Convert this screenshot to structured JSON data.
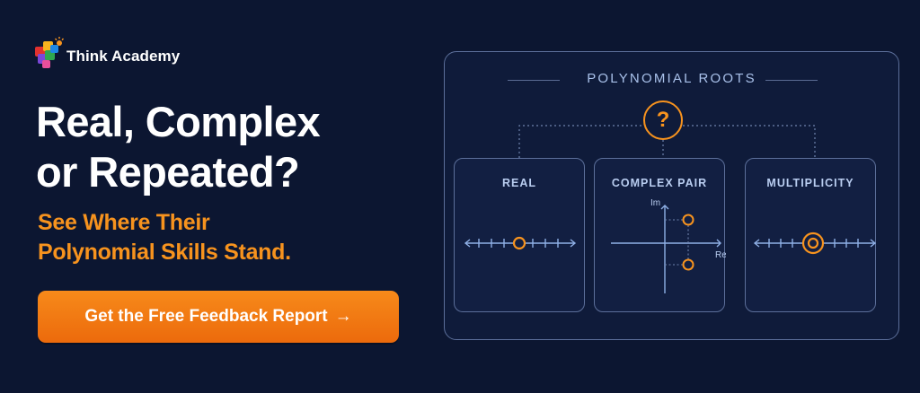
{
  "brand": {
    "name": "Think Academy"
  },
  "hero": {
    "headline_line1": "Real, Complex",
    "headline_line2": "or Repeated?",
    "subhead_line1": "See Where Their",
    "subhead_line2": "Polynomial Skills Stand.",
    "cta_label": "Get the Free Feedback Report",
    "cta_arrow": "→"
  },
  "diagram": {
    "title": "POLYNOMIAL ROOTS",
    "badge_symbol": "?",
    "cards": [
      {
        "title": "REAL"
      },
      {
        "title": "COMPLEX PAIR",
        "axis_im": "Im",
        "axis_re": "Re"
      },
      {
        "title": "MULTIPLICITY"
      }
    ]
  },
  "colors": {
    "background": "#0c1631",
    "accent_orange": "#f7931e",
    "cta_orange": "#ef7412",
    "line_blue": "#8fb0e6",
    "text_white": "#ffffff"
  }
}
